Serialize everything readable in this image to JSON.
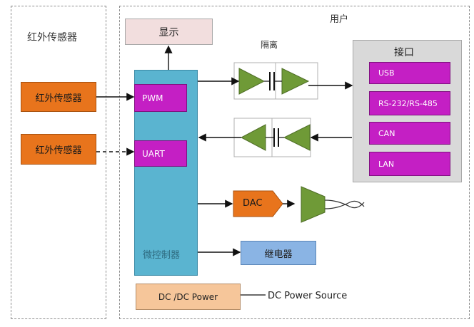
{
  "colors": {
    "sensor_fill": "#e8741c",
    "port_fill": "#c41fc4",
    "mcu_fill": "#5ab4d0",
    "display_fill": "#f2dede",
    "interface_fill": "#d9d9d9",
    "amp_fill": "#6f9a37",
    "relay_fill": "#8ab4e4",
    "power_fill": "#f6c69a"
  },
  "left_region": {
    "title": "红外传感器",
    "sensors": [
      {
        "label": "红外传感器"
      },
      {
        "label": "红外传感器"
      }
    ]
  },
  "user_region": {
    "title": "用户",
    "display": "显示",
    "isolation": "隔离",
    "mcu": {
      "label": "微控制器",
      "ports": [
        {
          "label": "PWM"
        },
        {
          "label": "UART"
        }
      ]
    },
    "interface": {
      "title": "接口",
      "items": [
        {
          "label": "USB"
        },
        {
          "label": "RS-232/RS-485"
        },
        {
          "label": "CAN"
        },
        {
          "label": "LAN"
        }
      ]
    },
    "dac": "DAC",
    "relay": "继电器",
    "power_box": "DC /DC Power",
    "power_source": "DC Power Source"
  }
}
